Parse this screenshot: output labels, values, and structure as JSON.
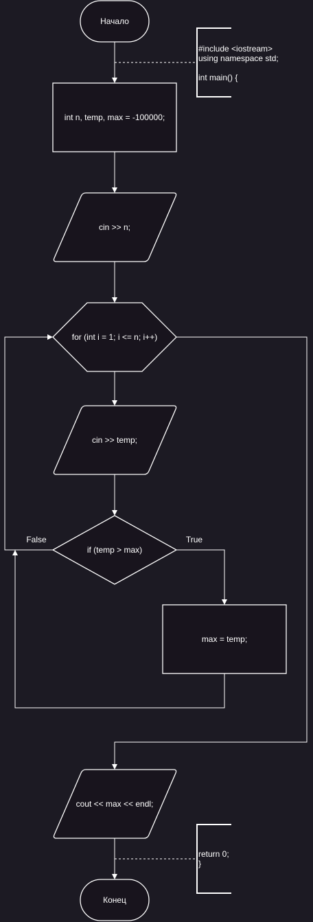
{
  "colors": {
    "background": "#1c1a23",
    "shape_fill": "#18141d",
    "stroke": "#ffffff",
    "text": "#ffffff"
  },
  "nodes": {
    "start": "Начало",
    "declare": "int n, temp, max = -100000;",
    "input_n": "cin >> n;",
    "loop": "for (int i = 1; i <= n; i++)",
    "input_temp": "cin >> temp;",
    "condition": "if (temp > max)",
    "assign": "max = temp;",
    "output": "cout << max << endl;",
    "end": "Конец"
  },
  "edges": {
    "false_label": "False",
    "true_label": "True"
  },
  "annotations": {
    "top": [
      "#include <iostream>",
      "using namespace std;",
      "",
      "int main() {"
    ],
    "bottom": [
      "return 0;",
      "}"
    ]
  }
}
